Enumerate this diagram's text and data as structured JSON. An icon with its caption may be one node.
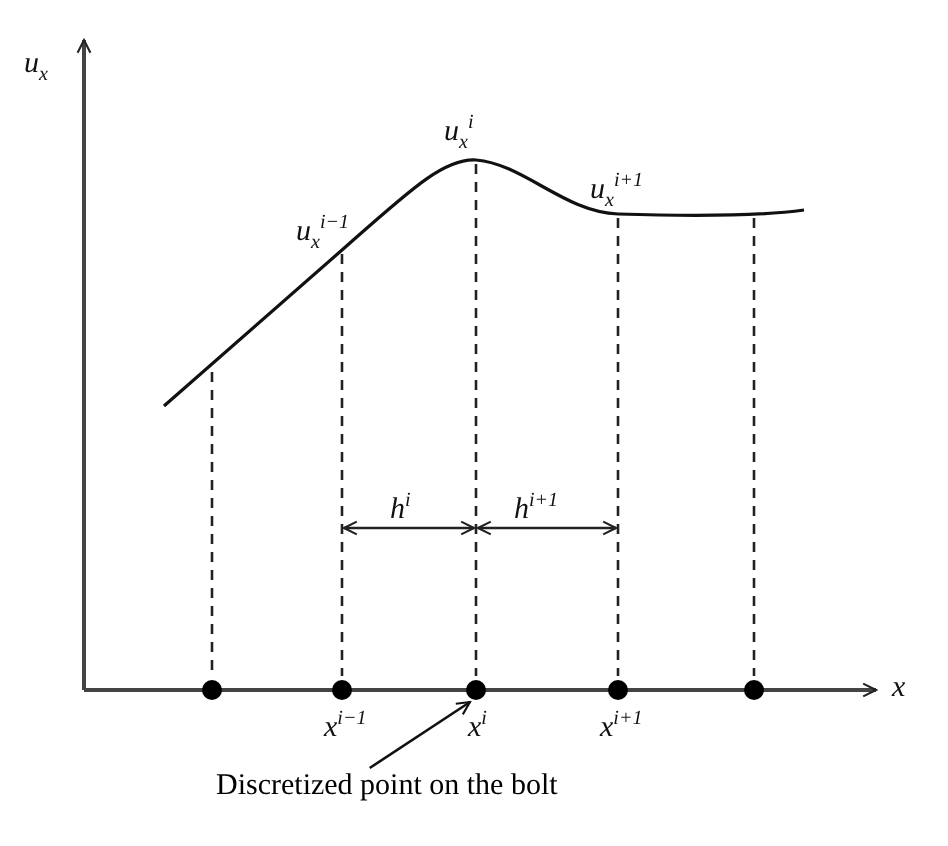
{
  "diagram": {
    "nodes": [
      {
        "text": [
          "Discretized point on the bolt"
        ]
      },
      {
        "text": [],
        "shape": "circle"
      }
    ],
    "edges": [
      {
        "from": 0,
        "to": 1,
        "arrow": "to"
      }
    ],
    "labels": [
      "u$_{x}$",
      "u$_{x}$$^{i}$",
      "u$_{x}$$^{i+1}$",
      "u$_{x}$$^{i−1}$",
      "h$^{i}$",
      "h$^{i+1}$",
      "x$^{i−1}$",
      "x$^{i}$",
      "x$^{i+1}$",
      "x"
    ]
  }
}
